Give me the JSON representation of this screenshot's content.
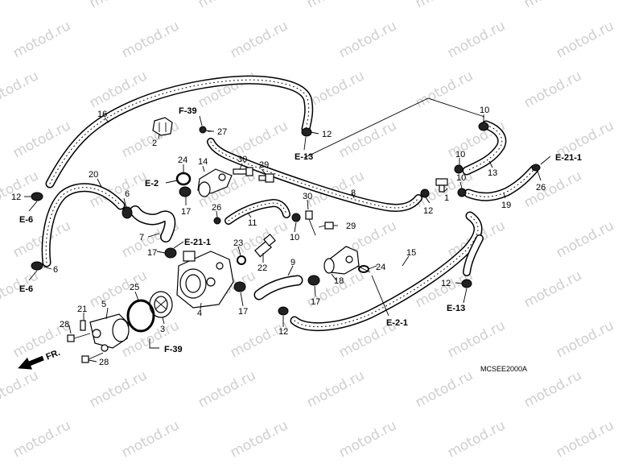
{
  "watermark": {
    "text": "motod.ru"
  },
  "diagram_code": "MCSEE2000A",
  "direction_label": "FR.",
  "part_numbers": [
    {
      "id": "p16",
      "label": "16"
    },
    {
      "id": "p2",
      "label": "2"
    },
    {
      "id": "p27",
      "label": "27"
    },
    {
      "id": "p12a",
      "label": "12"
    },
    {
      "id": "p10a",
      "label": "10"
    },
    {
      "id": "p10b",
      "label": "10"
    },
    {
      "id": "p13",
      "label": "13"
    },
    {
      "id": "p26",
      "label": "26"
    },
    {
      "id": "p19",
      "label": "19"
    },
    {
      "id": "p1",
      "label": "1"
    },
    {
      "id": "p10c",
      "label": "10"
    },
    {
      "id": "p12b",
      "label": "12"
    },
    {
      "id": "p8",
      "label": "8"
    },
    {
      "id": "p20",
      "label": "20"
    },
    {
      "id": "p6a",
      "label": "6"
    },
    {
      "id": "p12c",
      "label": "12"
    },
    {
      "id": "p24a",
      "label": "24"
    },
    {
      "id": "p14",
      "label": "14"
    },
    {
      "id": "p30a",
      "label": "30"
    },
    {
      "id": "p29a",
      "label": "29"
    },
    {
      "id": "p17a",
      "label": "17"
    },
    {
      "id": "p26b",
      "label": "26"
    },
    {
      "id": "p11",
      "label": "11"
    },
    {
      "id": "p30b",
      "label": "30"
    },
    {
      "id": "p29b",
      "label": "29"
    },
    {
      "id": "p10d",
      "label": "10"
    },
    {
      "id": "p7",
      "label": "7"
    },
    {
      "id": "p17b",
      "label": "17"
    },
    {
      "id": "p23",
      "label": "23"
    },
    {
      "id": "p22",
      "label": "22"
    },
    {
      "id": "p6b",
      "label": "6"
    },
    {
      "id": "p9",
      "label": "9"
    },
    {
      "id": "p18",
      "label": "18"
    },
    {
      "id": "p24b",
      "label": "24"
    },
    {
      "id": "p15",
      "label": "15"
    },
    {
      "id": "p25",
      "label": "25"
    },
    {
      "id": "p17c",
      "label": "17"
    },
    {
      "id": "p17d",
      "label": "17"
    },
    {
      "id": "p12d",
      "label": "12"
    },
    {
      "id": "p12e",
      "label": "12"
    },
    {
      "id": "p5",
      "label": "5"
    },
    {
      "id": "p21",
      "label": "21"
    },
    {
      "id": "p3",
      "label": "3"
    },
    {
      "id": "p4",
      "label": "4"
    },
    {
      "id": "p28a",
      "label": "28"
    },
    {
      "id": "p28b",
      "label": "28"
    }
  ],
  "references": [
    {
      "id": "r-f39a",
      "label": "F-39"
    },
    {
      "id": "r-e13a",
      "label": "E-13"
    },
    {
      "id": "r-e211a",
      "label": "E-21-1"
    },
    {
      "id": "r-e6a",
      "label": "E-6"
    },
    {
      "id": "r-e2",
      "label": "E-2"
    },
    {
      "id": "r-e211b",
      "label": "E-21-1"
    },
    {
      "id": "r-e6b",
      "label": "E-6"
    },
    {
      "id": "r-e21",
      "label": "E-2-1"
    },
    {
      "id": "r-e13b",
      "label": "E-13"
    },
    {
      "id": "r-f39b",
      "label": "F-39"
    }
  ]
}
